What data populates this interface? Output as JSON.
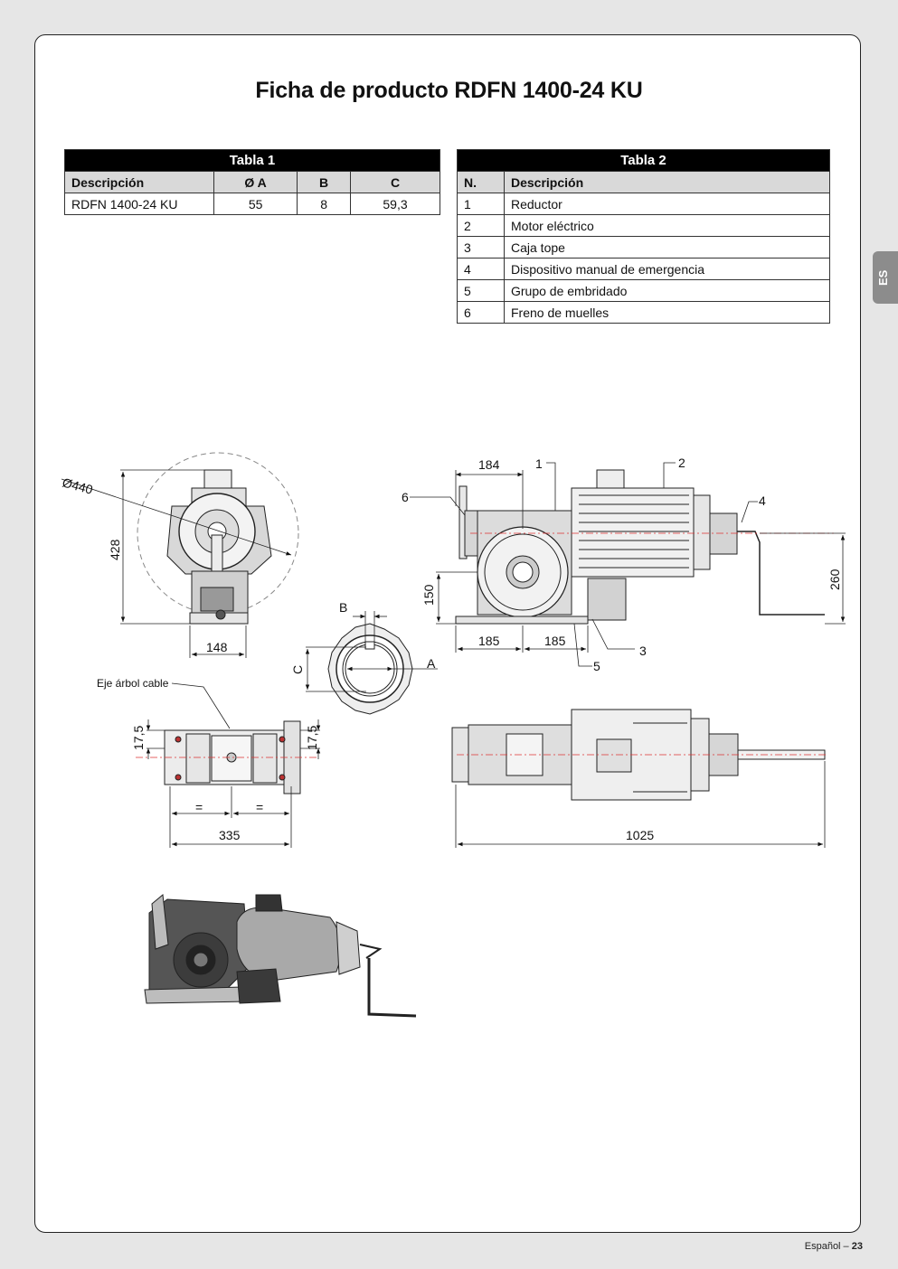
{
  "page": {
    "title": "Ficha de producto RDFN 1400-24 KU",
    "side_tab": "ES",
    "footer_lang": "Español –",
    "footer_page": "23"
  },
  "table1": {
    "title": "Tabla 1",
    "headers": [
      "Descripción",
      "Ø A",
      "B",
      "C"
    ],
    "rows": [
      [
        "RDFN 1400-24 KU",
        "55",
        "8",
        "59,3"
      ]
    ]
  },
  "table2": {
    "title": "Tabla 2",
    "headers": [
      "N.",
      "Descripción"
    ],
    "rows": [
      [
        "1",
        "Reductor"
      ],
      [
        "2",
        "Motor eléctrico"
      ],
      [
        "3",
        "Caja tope"
      ],
      [
        "4",
        "Dispositivo manual de emergencia"
      ],
      [
        "5",
        "Grupo de embridado"
      ],
      [
        "6",
        "Freno de muelles"
      ]
    ]
  },
  "drawing": {
    "front": {
      "dia": "Ø440",
      "height": "428",
      "width": "148"
    },
    "side": {
      "d184": "184",
      "d150": "150",
      "d185a": "185",
      "d185b": "185",
      "d260": "260",
      "c1": "1",
      "c2": "2",
      "c3": "3",
      "c4": "4",
      "c5": "5",
      "c6": "6"
    },
    "shaft": {
      "b": "B",
      "a": "A",
      "c": "C"
    },
    "top": {
      "cable_label": "Eje árbol cable",
      "d17a": "17,5",
      "d17b": "17,5",
      "eq1": "=",
      "eq2": "=",
      "d335": "335"
    },
    "plan": {
      "d1025": "1025"
    }
  }
}
